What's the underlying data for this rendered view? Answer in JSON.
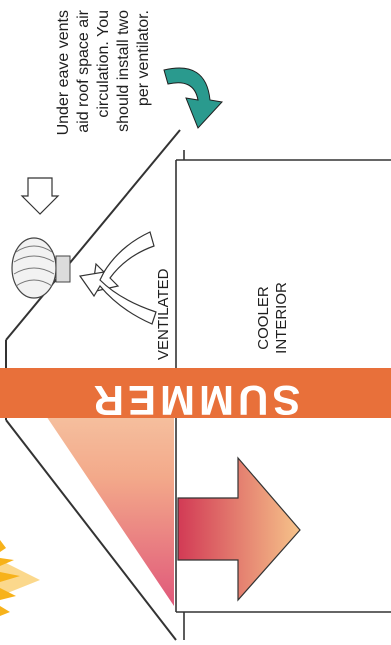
{
  "caption_lines": [
    "Under eave vents",
    "aid roof space air",
    "circulation. You",
    "should install two",
    "per ventilator."
  ],
  "labels": {
    "ventilated": "VENTILATED",
    "cooler_line1": "COOLER",
    "cooler_line2": "INTERIOR",
    "summer": "SUMMER"
  },
  "colors": {
    "summer_band": "#e8703a",
    "teal_arrow": "#2a9a8e",
    "hot_gradient_start": "#d23a55",
    "hot_gradient_end": "#f6c38a",
    "sun": "#f7b21a"
  }
}
